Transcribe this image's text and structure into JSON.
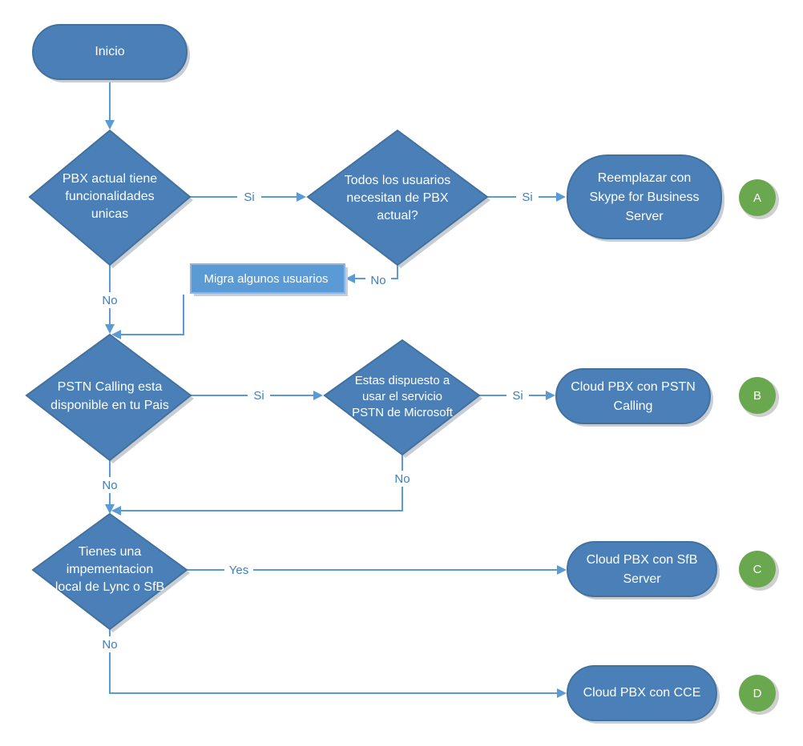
{
  "nodes": {
    "start": [
      "Inicio"
    ],
    "pbx_unique": [
      "PBX actual tiene",
      "funcionalidades",
      "unicas"
    ],
    "all_users": [
      "Todos los usuarios",
      "necesitan de PBX",
      "actual?"
    ],
    "replace_sfb": [
      "Reemplazar con",
      "Skype for Business",
      "Server"
    ],
    "migrate_some": [
      "Migra algunos usuarios"
    ],
    "pstn_available": [
      "PSTN Calling esta",
      "disponible en tu Pais"
    ],
    "willing_pstn": [
      "Estas dispuesto a",
      "usar el servicio",
      "PSTN de Microsoft"
    ],
    "cloud_pstn": [
      "Cloud PBX con PSTN",
      "Calling"
    ],
    "local_lync": [
      "Tienes una",
      "impementacion",
      "local de Lync o SfB"
    ],
    "cloud_sfb": [
      "Cloud PBX con SfB",
      "Server"
    ],
    "cloud_cce": [
      "Cloud PBX con CCE"
    ]
  },
  "edges": {
    "si_1": "Si",
    "si_2": "Si",
    "no_1": "No",
    "no_2": "No",
    "si_3": "Si",
    "si_4": "Si",
    "no_3": "No",
    "no_4": "No",
    "yes_1": "Yes",
    "no_5": "No"
  },
  "badges": {
    "a": "A",
    "b": "B",
    "c": "C",
    "d": "D"
  },
  "colors": {
    "shape_fill": "#4a7fb8",
    "edge": "#5b9bd5",
    "badge": "#6aa84f"
  }
}
